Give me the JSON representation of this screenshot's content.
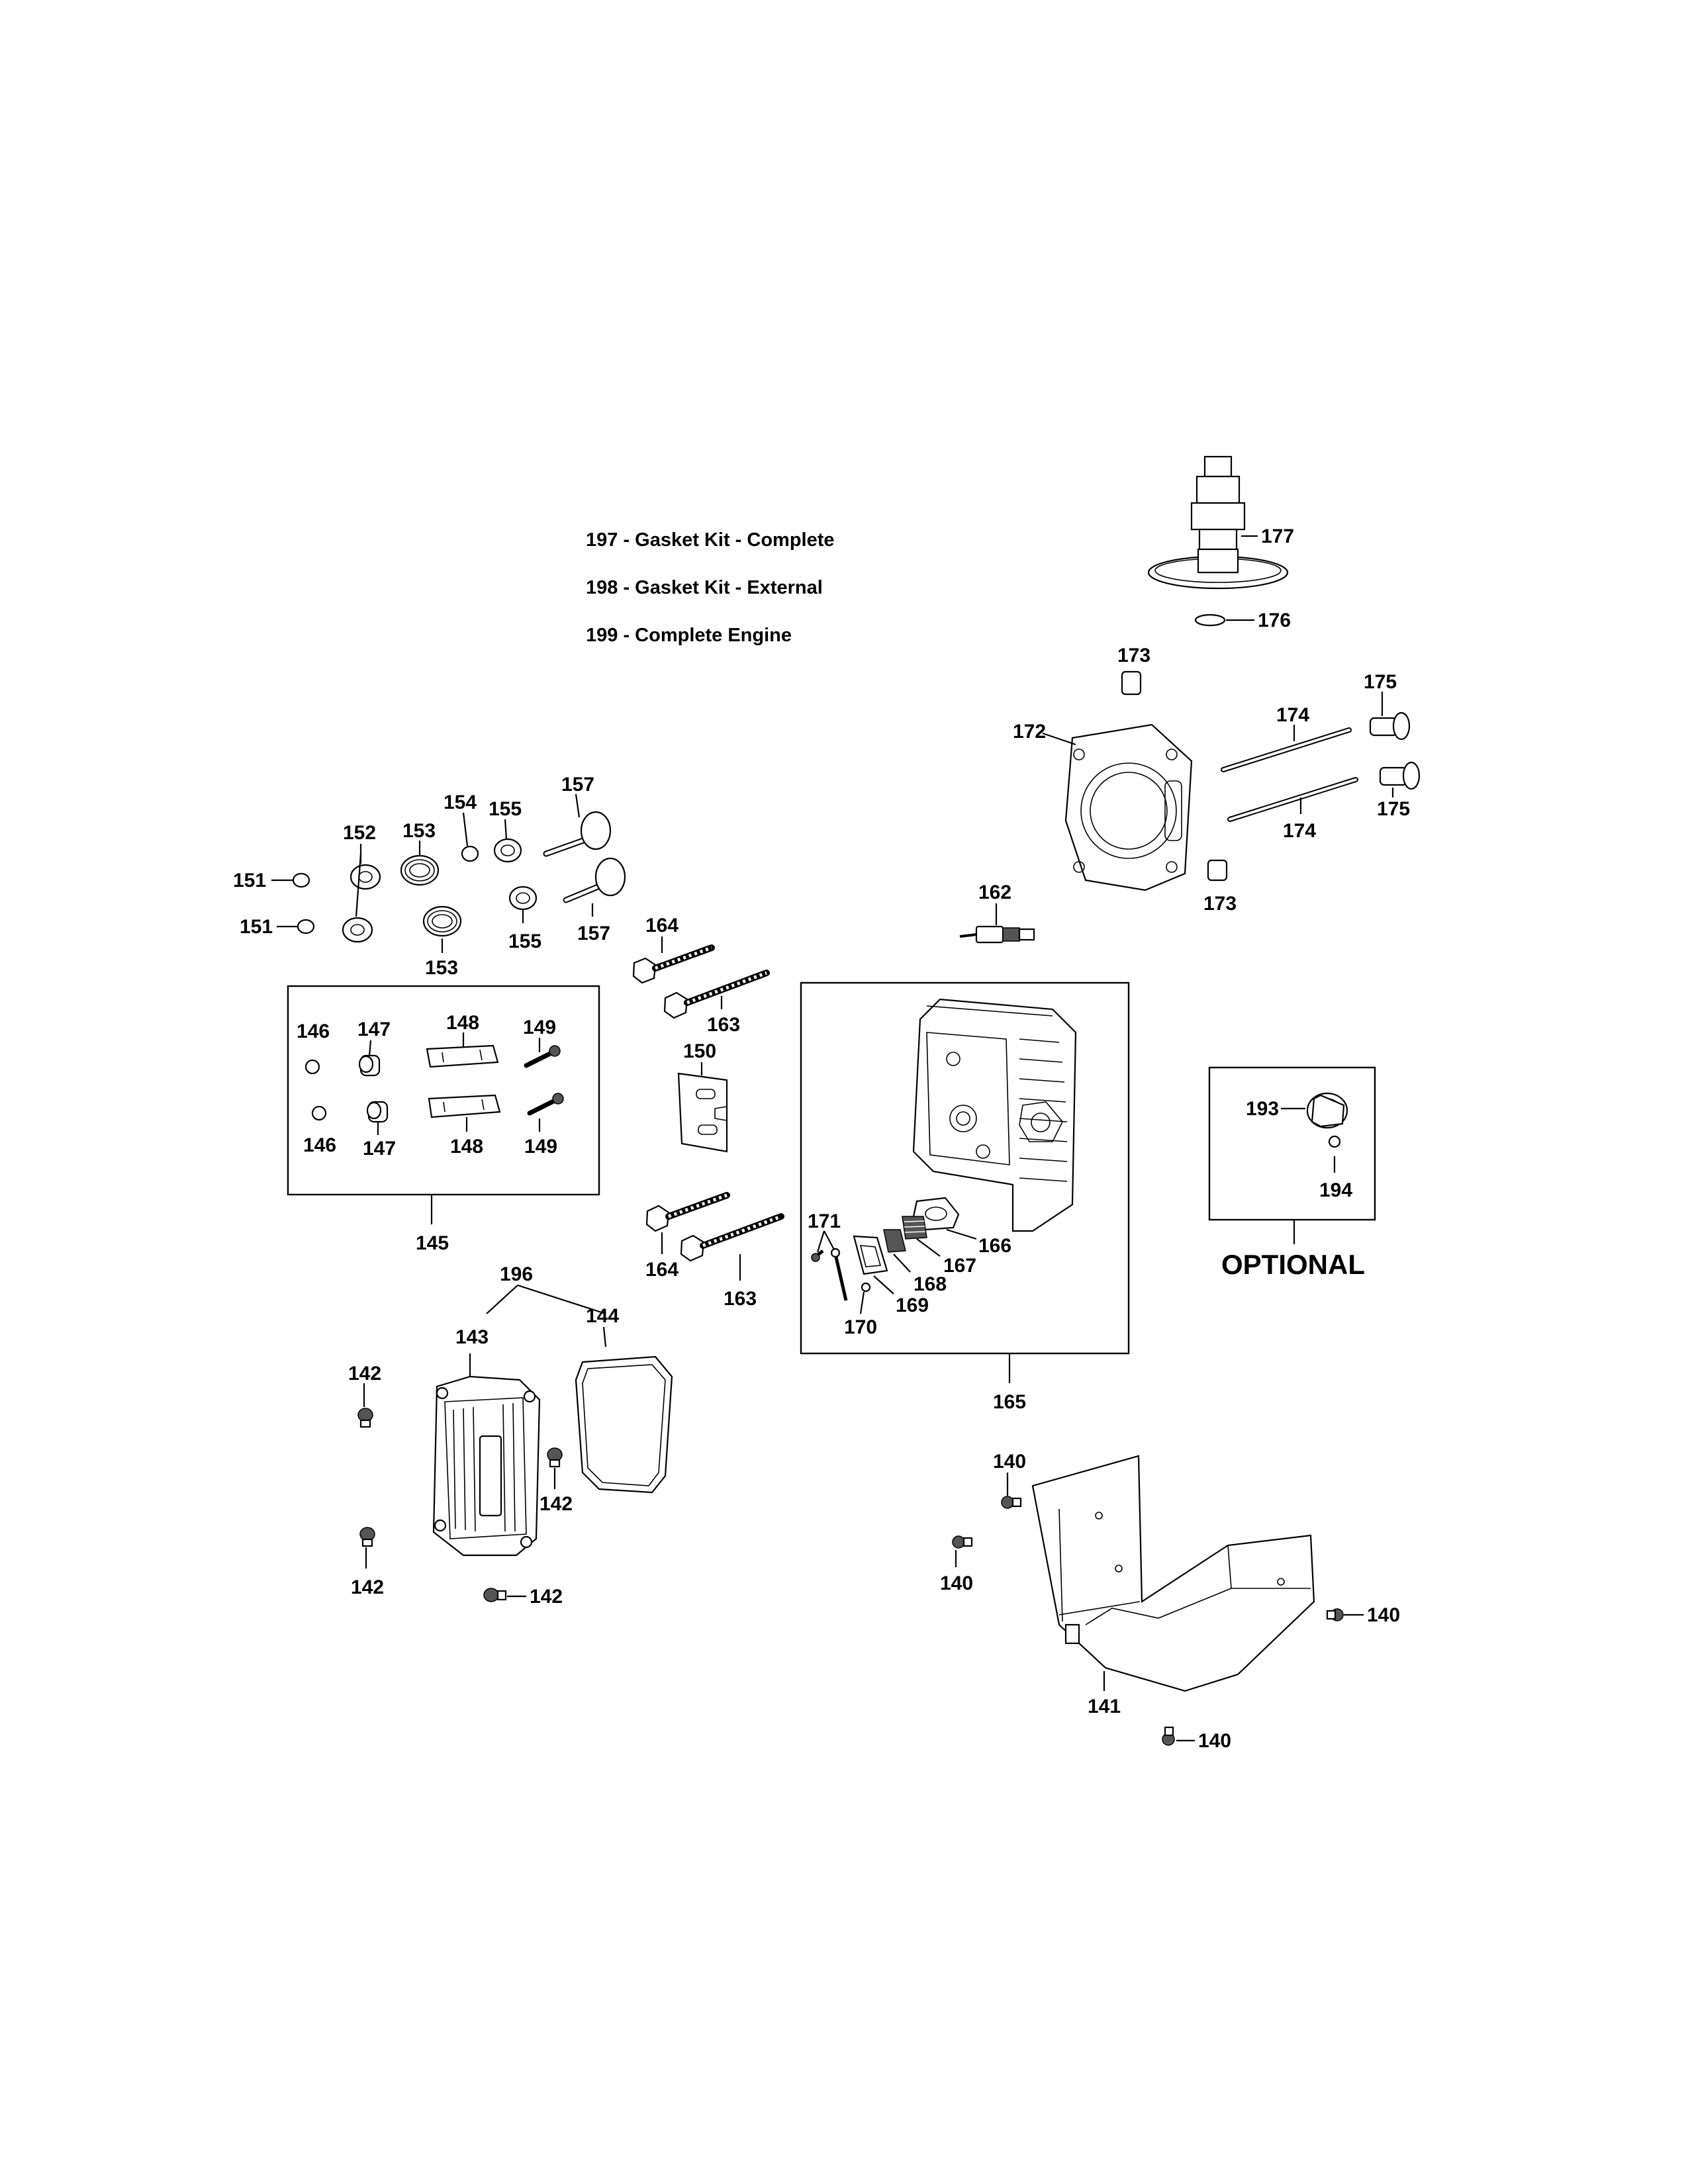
{
  "kit_notes": [
    "197 - Gasket Kit - Complete",
    "198 - Gasket Kit - External",
    "199 - Complete Engine"
  ],
  "optional_label": "OPTIONAL",
  "callouts": {
    "177": "177",
    "176": "176",
    "173a": "173",
    "173b": "173",
    "172": "172",
    "174a": "174",
    "174b": "174",
    "175a": "175",
    "175b": "175",
    "152": "152",
    "153a": "153",
    "153b": "153",
    "154": "154",
    "155a": "155",
    "155b": "155",
    "157a": "157",
    "157b": "157",
    "151a": "151",
    "151b": "151",
    "162": "162",
    "164a": "164",
    "164b": "164",
    "163a": "163",
    "163b": "163",
    "146a": "146",
    "146b": "146",
    "147a": "147",
    "147b": "147",
    "148a": "148",
    "148b": "148",
    "149a": "149",
    "149b": "149",
    "145": "145",
    "150": "150",
    "165": "165",
    "166": "166",
    "167": "167",
    "168": "168",
    "169": "169",
    "170": "170",
    "171": "171",
    "193": "193",
    "194": "194",
    "196": "196",
    "143": "143",
    "144": "144",
    "142a": "142",
    "142b": "142",
    "142c": "142",
    "142d": "142",
    "140a": "140",
    "140b": "140",
    "140c": "140",
    "140d": "140",
    "141": "141"
  }
}
